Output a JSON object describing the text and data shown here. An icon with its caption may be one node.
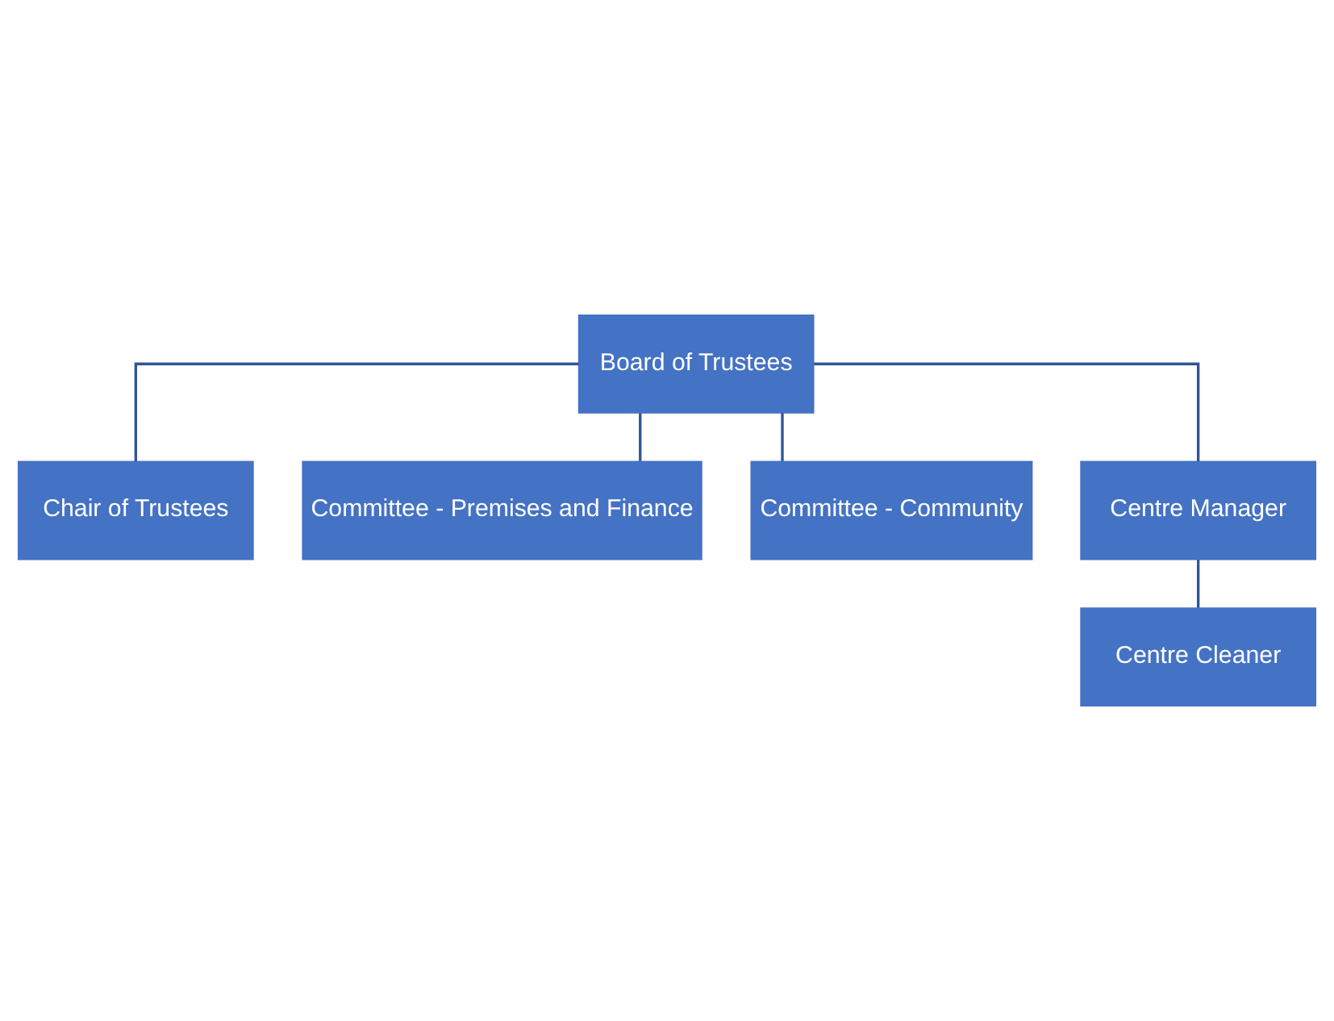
{
  "diagram": {
    "nodes": [
      {
        "text": [
          "Board of Trustees"
        ]
      },
      {
        "text": [
          "Chair of Trustees"
        ]
      },
      {
        "text": [
          "Committee - Premises and Finance"
        ]
      },
      {
        "text": [
          "Committee - Community"
        ]
      },
      {
        "text": [
          "Centre Manager"
        ]
      },
      {
        "text": [
          "Centre Cleaner"
        ]
      }
    ],
    "edges": [
      {
        "from": 0,
        "to": 1,
        "arrow": "none"
      },
      {
        "from": 0,
        "to": 2,
        "arrow": "none"
      },
      {
        "from": 0,
        "to": 3,
        "arrow": "none"
      },
      {
        "from": 0,
        "to": 4,
        "arrow": "none"
      },
      {
        "from": 4,
        "to": 5,
        "arrow": "none"
      }
    ]
  }
}
